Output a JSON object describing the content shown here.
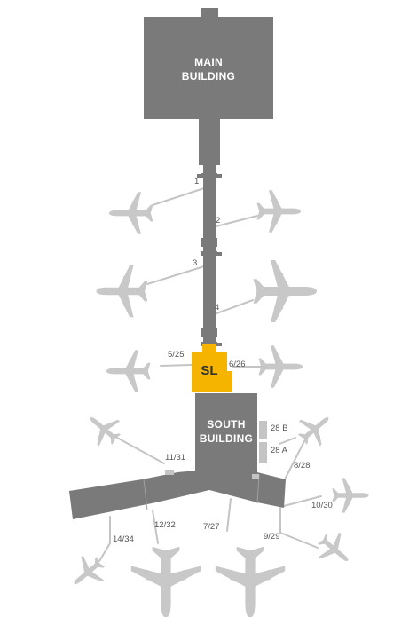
{
  "colors": {
    "building": "#7a7a7a",
    "highlight": "#f5b400",
    "plane": "#c8c8c8",
    "jetway": "#c4c4c4",
    "label": "#555555"
  },
  "main_building": {
    "line1": "MAIN",
    "line2": "BUILDING"
  },
  "south_building": {
    "line1": "SOUTH",
    "line2": "BUILDING"
  },
  "lounge": {
    "label": "SL",
    "highlighted": true
  },
  "gates": {
    "g1": "1",
    "g2": "2",
    "g3": "3",
    "g4": "4",
    "g5_25": "5/25",
    "g6_26": "6/26",
    "g28b": "28 B",
    "g28a": "28 A",
    "g8_28": "8/28",
    "g11_31": "11/31",
    "g10_30": "10/30",
    "g12_32": "12/32",
    "g7_27": "7/27",
    "g9_29": "9/29",
    "g14_34": "14/34"
  },
  "icons": [
    "airplane-icon"
  ]
}
